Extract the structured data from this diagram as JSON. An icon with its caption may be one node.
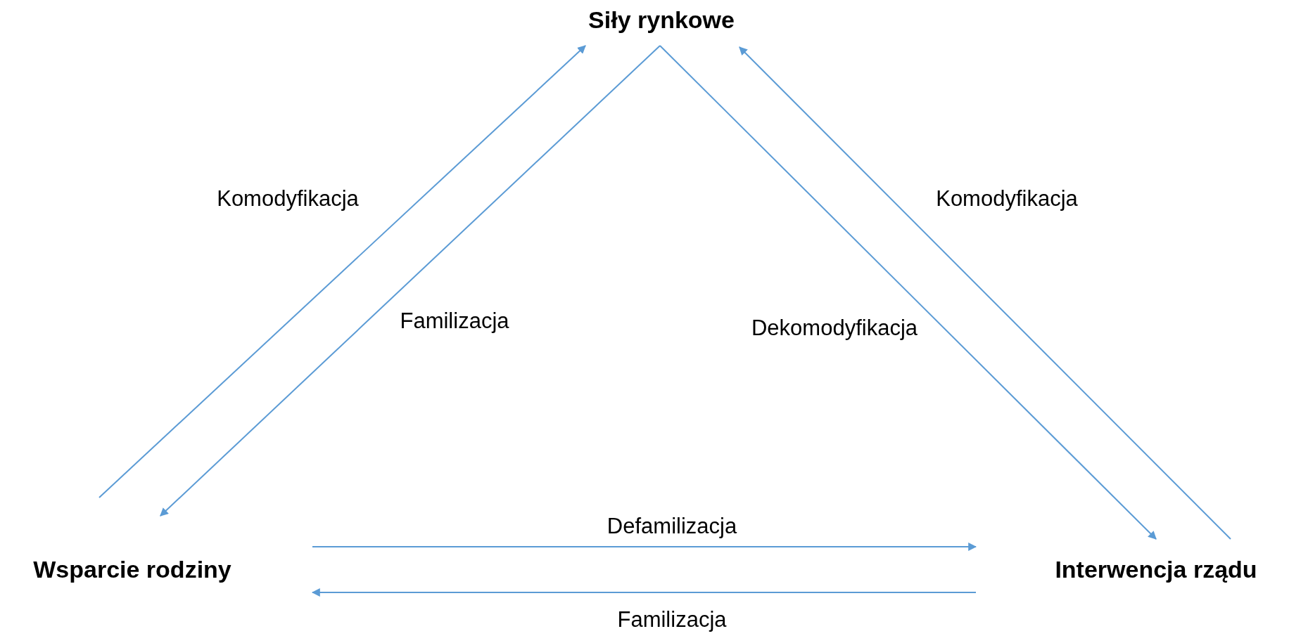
{
  "diagram": {
    "nodes": [
      {
        "text": [
          "Siły rynkowe"
        ]
      },
      {
        "text": [
          "Wsparcie rodziny"
        ]
      },
      {
        "text": [
          "Interwencja rządu"
        ]
      }
    ],
    "edges": [
      {
        "from": 1,
        "to": 0,
        "arrow": "to",
        "label": "Komodyfikacja"
      },
      {
        "from": 0,
        "to": 1,
        "arrow": "to",
        "label": "Familizacja"
      },
      {
        "from": 0,
        "to": 2,
        "arrow": "to",
        "label": "Dekomodyfikacja"
      },
      {
        "from": 2,
        "to": 0,
        "arrow": "to",
        "label": "Komodyfikacja"
      },
      {
        "from": 1,
        "to": 2,
        "arrow": "to",
        "label": "Defamilizacja"
      },
      {
        "from": 2,
        "to": 1,
        "arrow": "to",
        "label": "Familizacja"
      }
    ]
  }
}
